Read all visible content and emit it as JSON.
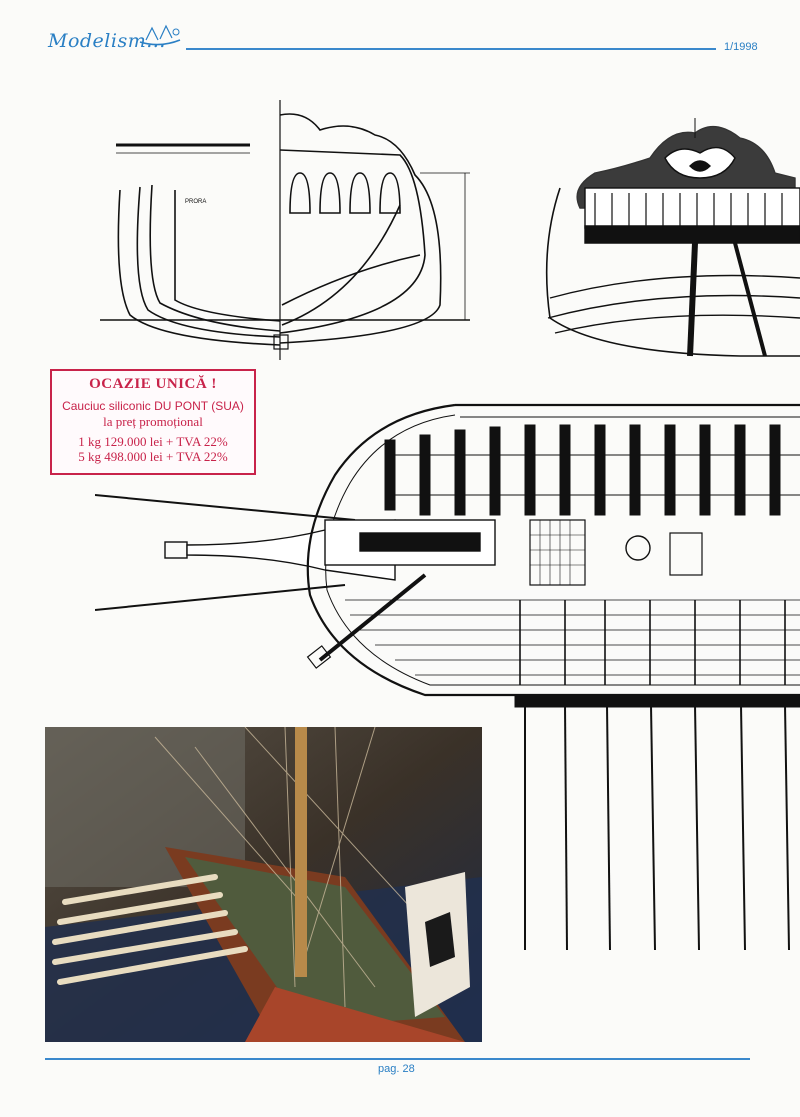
{
  "header": {
    "logo_text": "Modelism...",
    "issue": "1/1998"
  },
  "promo": {
    "title": "OCAZIE UNICĂ !",
    "product": "Cauciuc siliconic DU PONT (SUA)",
    "subtitle": "la preț promoțional",
    "lines": [
      "1 kg  129.000 lei + TVA 22%",
      "5 kg  498.000 lei + TVA 22%"
    ]
  },
  "drawing_labels": {
    "section_label": "PRORA"
  },
  "footer": {
    "page": "pag. 28"
  },
  "colors": {
    "accent_blue": "#3a88cc",
    "promo_red": "#c8234a",
    "line_ink": "#111111"
  }
}
